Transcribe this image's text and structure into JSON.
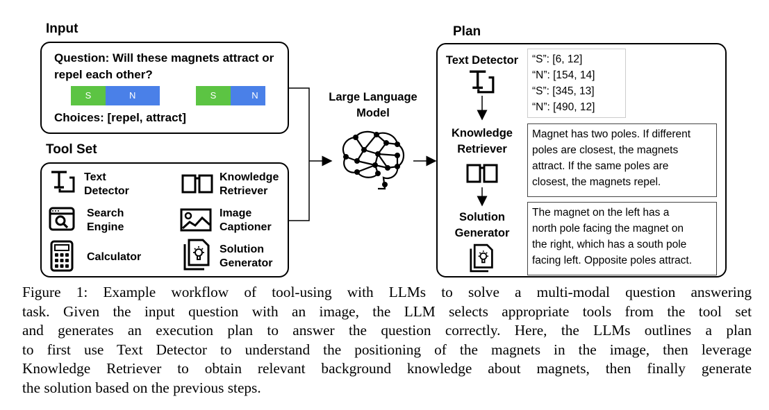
{
  "input": {
    "title": "Input",
    "question_line1": "Question: Will these magnets attract or",
    "question_line2": "repel each other?",
    "magnets": [
      {
        "label": "S",
        "color": "#5cc443"
      },
      {
        "label": "N",
        "color": "#4a80e8"
      },
      {
        "label": "S",
        "color": "#5cc443"
      },
      {
        "label": "N",
        "color": "#4a80e8"
      }
    ],
    "choices": "Choices: [repel, attract]"
  },
  "toolset": {
    "title": "Tool Set",
    "tools": [
      {
        "line1": "Text",
        "line2": "Detector",
        "icon": "text-detector-icon"
      },
      {
        "line1": "Knowledge",
        "line2": "Retriever",
        "icon": "book-icon"
      },
      {
        "line1": "Search",
        "line2": "Engine",
        "icon": "search-engine-icon"
      },
      {
        "line1": "Image",
        "line2": "Captioner",
        "icon": "image-icon"
      },
      {
        "line1": "Calculator",
        "line2": "",
        "icon": "calculator-icon"
      },
      {
        "line1": "Solution",
        "line2": "Generator",
        "icon": "solution-icon"
      }
    ]
  },
  "llm": {
    "line1": "Large Language",
    "line2": "Model",
    "icon": "brain-network-icon"
  },
  "plan": {
    "title": "Plan",
    "steps": [
      {
        "name_line1": "Text Detector",
        "name_line2": "",
        "output_lines": [
          "“S”: [6, 12]",
          "“N”: [154, 14]",
          "“S”: [345, 13]",
          "“N”: [490, 12]"
        ]
      },
      {
        "name_line1": "Knowledge",
        "name_line2": "Retriever",
        "output_lines": [
          "Magnet has two poles. If different",
          "poles are closest, the magnets",
          "attract. If the same poles are",
          "closest, the magnets repel."
        ]
      },
      {
        "name_line1": "Solution",
        "name_line2": "Generator",
        "output_lines": [
          "The magnet on the left has a",
          "north pole facing the magnet on",
          "the right, which has a south pole",
          "facing left. Opposite poles attract."
        ]
      }
    ]
  },
  "caption": {
    "lines": [
      "Figure 1: Example workflow of tool-using with LLMs to solve a multi-modal question answering",
      "task. Given the input question with an image, the LLM selects appropriate tools from the tool set",
      "and generates an execution plan to answer the question correctly. Here, the LLMs outlines a plan",
      "to first use Text Detector to understand the positioning of the magnets in the image, then leverage",
      "Knowledge Retriever to obtain relevant background knowledge about magnets, then finally generate",
      "the solution based on the previous steps."
    ]
  }
}
